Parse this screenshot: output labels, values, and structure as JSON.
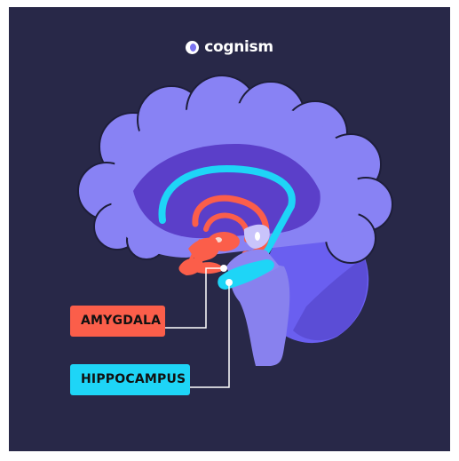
{
  "brand": {
    "name": "cognism",
    "icon": "cognism-logo-icon"
  },
  "labels": {
    "amygdala": "AMYGDALA",
    "hippocampus": "HIPPOCAMPUS"
  },
  "colors": {
    "background": "#282848",
    "cortex": "#8882f4",
    "inner": "#5b3fc9",
    "cerebellum": "#6a5ff0",
    "brainstem": "#8881ee",
    "amygdala": "#fb5e4a",
    "hippocampus": "#1ed5f7"
  }
}
